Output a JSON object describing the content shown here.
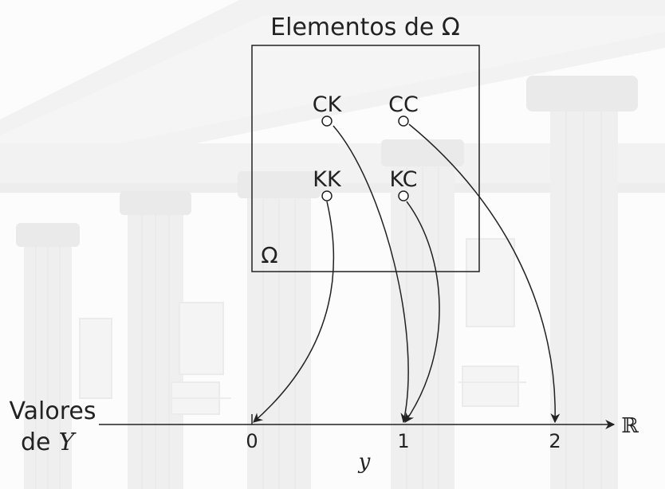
{
  "title": "Elementos de Ω",
  "sample_space_label": "Ω",
  "outcomes": {
    "ck": "CK",
    "cc": "CC",
    "kk": "KK",
    "kc": "KC"
  },
  "axis": {
    "label_line1": "Valores",
    "label_line2_prefix": "de",
    "label_line2_var": "Y",
    "real_symbol": "ℝ",
    "var_label": "y",
    "ticks": [
      "0",
      "1",
      "2"
    ]
  },
  "mapping": [
    {
      "from": "CK",
      "to": "1"
    },
    {
      "from": "CC",
      "to": "2"
    },
    {
      "from": "KK",
      "to": "0"
    },
    {
      "from": "KC",
      "to": "1"
    }
  ],
  "colors": {
    "ink": "#222222",
    "background_tint": "#efefef"
  },
  "background_image": "classical building facade with columns (faded)"
}
